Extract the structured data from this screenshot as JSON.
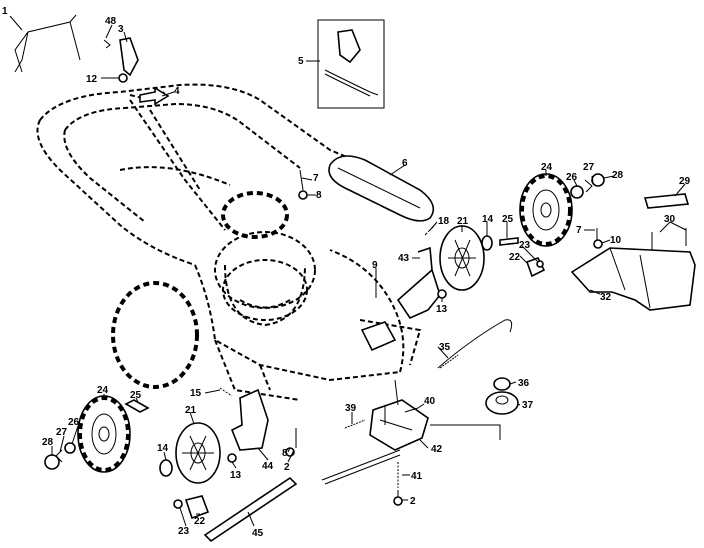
{
  "callouts": [
    {
      "id": "p1",
      "label": "1"
    },
    {
      "id": "p48",
      "label": "48"
    },
    {
      "id": "p3",
      "label": "3"
    },
    {
      "id": "p12",
      "label": "12"
    },
    {
      "id": "p4",
      "label": "4"
    },
    {
      "id": "p5",
      "label": "5"
    },
    {
      "id": "p6",
      "label": "6"
    },
    {
      "id": "p7a",
      "label": "7"
    },
    {
      "id": "p8a",
      "label": "8"
    },
    {
      "id": "p18",
      "label": "18"
    },
    {
      "id": "p21a",
      "label": "21"
    },
    {
      "id": "p14a",
      "label": "14"
    },
    {
      "id": "p25a",
      "label": "25"
    },
    {
      "id": "p24a",
      "label": "24"
    },
    {
      "id": "p26a",
      "label": "26"
    },
    {
      "id": "p27a",
      "label": "27"
    },
    {
      "id": "p28a",
      "label": "28"
    },
    {
      "id": "p29",
      "label": "29"
    },
    {
      "id": "p30",
      "label": "30"
    },
    {
      "id": "p7b",
      "label": "7"
    },
    {
      "id": "p10",
      "label": "10"
    },
    {
      "id": "p43",
      "label": "43"
    },
    {
      "id": "p9",
      "label": "9"
    },
    {
      "id": "p22a",
      "label": "22"
    },
    {
      "id": "p23a",
      "label": "23"
    },
    {
      "id": "p13a",
      "label": "13"
    },
    {
      "id": "p32",
      "label": "32"
    },
    {
      "id": "p35",
      "label": "35"
    },
    {
      "id": "p15",
      "label": "15"
    },
    {
      "id": "p36",
      "label": "36"
    },
    {
      "id": "p37",
      "label": "37"
    },
    {
      "id": "p24b",
      "label": "24"
    },
    {
      "id": "p25b",
      "label": "25"
    },
    {
      "id": "p39",
      "label": "39"
    },
    {
      "id": "p40",
      "label": "40"
    },
    {
      "id": "p26b",
      "label": "26"
    },
    {
      "id": "p21b",
      "label": "21"
    },
    {
      "id": "p27b",
      "label": "27"
    },
    {
      "id": "p28b",
      "label": "28"
    },
    {
      "id": "p14b",
      "label": "14"
    },
    {
      "id": "p42",
      "label": "42"
    },
    {
      "id": "p13b",
      "label": "13"
    },
    {
      "id": "p44",
      "label": "44"
    },
    {
      "id": "p8b",
      "label": "8"
    },
    {
      "id": "p2a",
      "label": "2"
    },
    {
      "id": "p41",
      "label": "41"
    },
    {
      "id": "p2b",
      "label": "2"
    },
    {
      "id": "p23b",
      "label": "23"
    },
    {
      "id": "p22b",
      "label": "22"
    },
    {
      "id": "p45",
      "label": "45"
    }
  ]
}
